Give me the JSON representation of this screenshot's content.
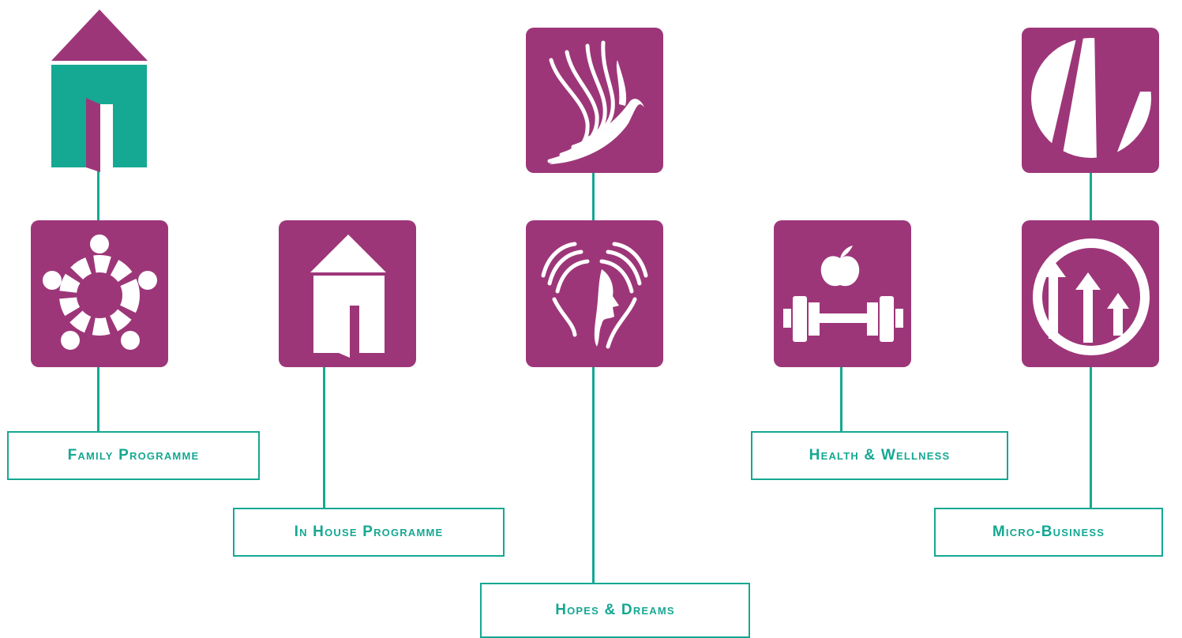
{
  "colors": {
    "accent_purple": "#9d3679",
    "accent_teal": "#15a892",
    "background": "#ffffff"
  },
  "programmes": [
    {
      "id": "family",
      "label": "Family Programme",
      "icon": "people-circle-icon"
    },
    {
      "id": "inhouse",
      "label": "In House Programme",
      "icon": "house-door-icon"
    },
    {
      "id": "hopes",
      "label": "Hopes & Dreams",
      "icon": "hands-face-icon",
      "top_icon": "hand-dove-icon"
    },
    {
      "id": "health",
      "label": "Health & Wellness",
      "icon": "dumbbell-apple-icon"
    },
    {
      "id": "micro",
      "label": "Micro-Business",
      "icon": "growth-arrows-icon",
      "top_icon": "road-circle-icon"
    }
  ],
  "header_icon": "house-logo-icon"
}
